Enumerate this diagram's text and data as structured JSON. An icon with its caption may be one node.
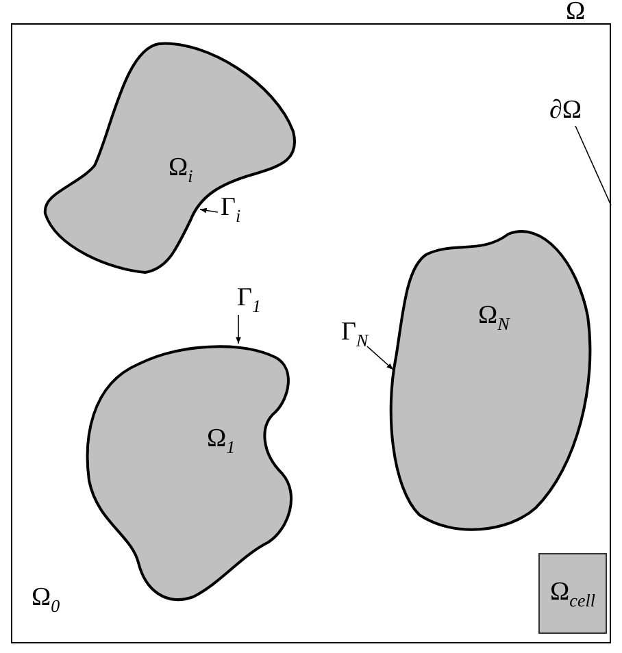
{
  "diagram": {
    "nodes": [
      {
        "text": [
          "Ω$_{0}$"
        ],
        "beside": [
          "Ω"
        ]
      },
      {
        "text": [
          "Ω$_{i}$"
        ],
        "in": 0
      },
      {
        "text": [
          "Ω$_{1}$"
        ],
        "in": 0
      },
      {
        "text": [
          "Ω$_{N}$"
        ],
        "in": 0
      },
      {
        "text": [
          "Ω$_{cell}$"
        ],
        "in": 0
      },
      {
        "text": [
          "Γ$_{i}$"
        ],
        "in": 0
      },
      {
        "text": [
          "Γ$_{1}$"
        ],
        "in": 0
      },
      {
        "text": [
          "Γ$_{N}$"
        ],
        "in": 0
      },
      {
        "text": [
          "∂Ω"
        ],
        "in": 0
      }
    ],
    "edges": [
      {
        "from": 5,
        "to": 1,
        "arrow": "to"
      },
      {
        "from": 6,
        "to": 2,
        "arrow": "to"
      },
      {
        "from": 7,
        "to": 3,
        "arrow": "to"
      },
      {
        "from": 8,
        "to": 0,
        "arrow": "none"
      }
    ]
  }
}
